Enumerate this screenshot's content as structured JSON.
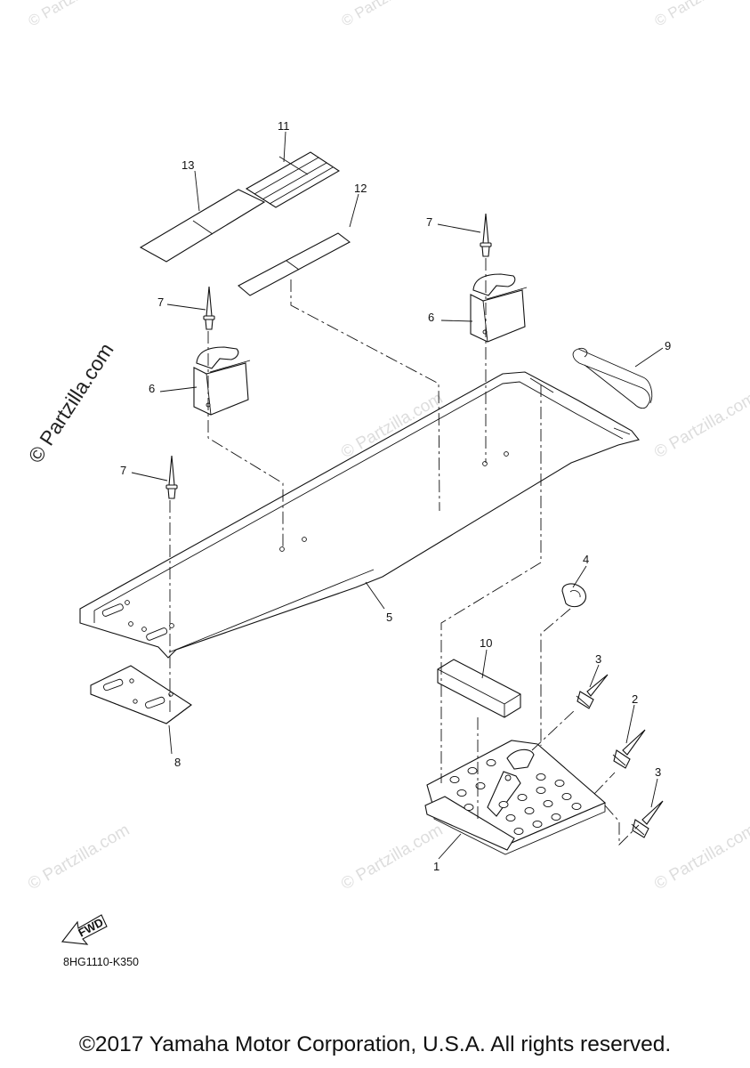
{
  "watermark": {
    "text": "© Partzilla.com",
    "side_text": "© Partzilla.com"
  },
  "callouts": {
    "c1": "1",
    "c2": "2",
    "c3a": "3",
    "c3b": "3",
    "c4": "4",
    "c5": "5",
    "c6a": "6",
    "c6b": "6",
    "c7a": "7",
    "c7b": "7",
    "c7c": "7",
    "c8": "8",
    "c9": "9",
    "c10": "10",
    "c11": "11",
    "c12": "12",
    "c13": "13"
  },
  "fwd_label": "FWD",
  "diagram_code": "8HG1110-K350",
  "footer": "©2017 Yamaha Motor Corporation, U.S.A. All rights reserved."
}
